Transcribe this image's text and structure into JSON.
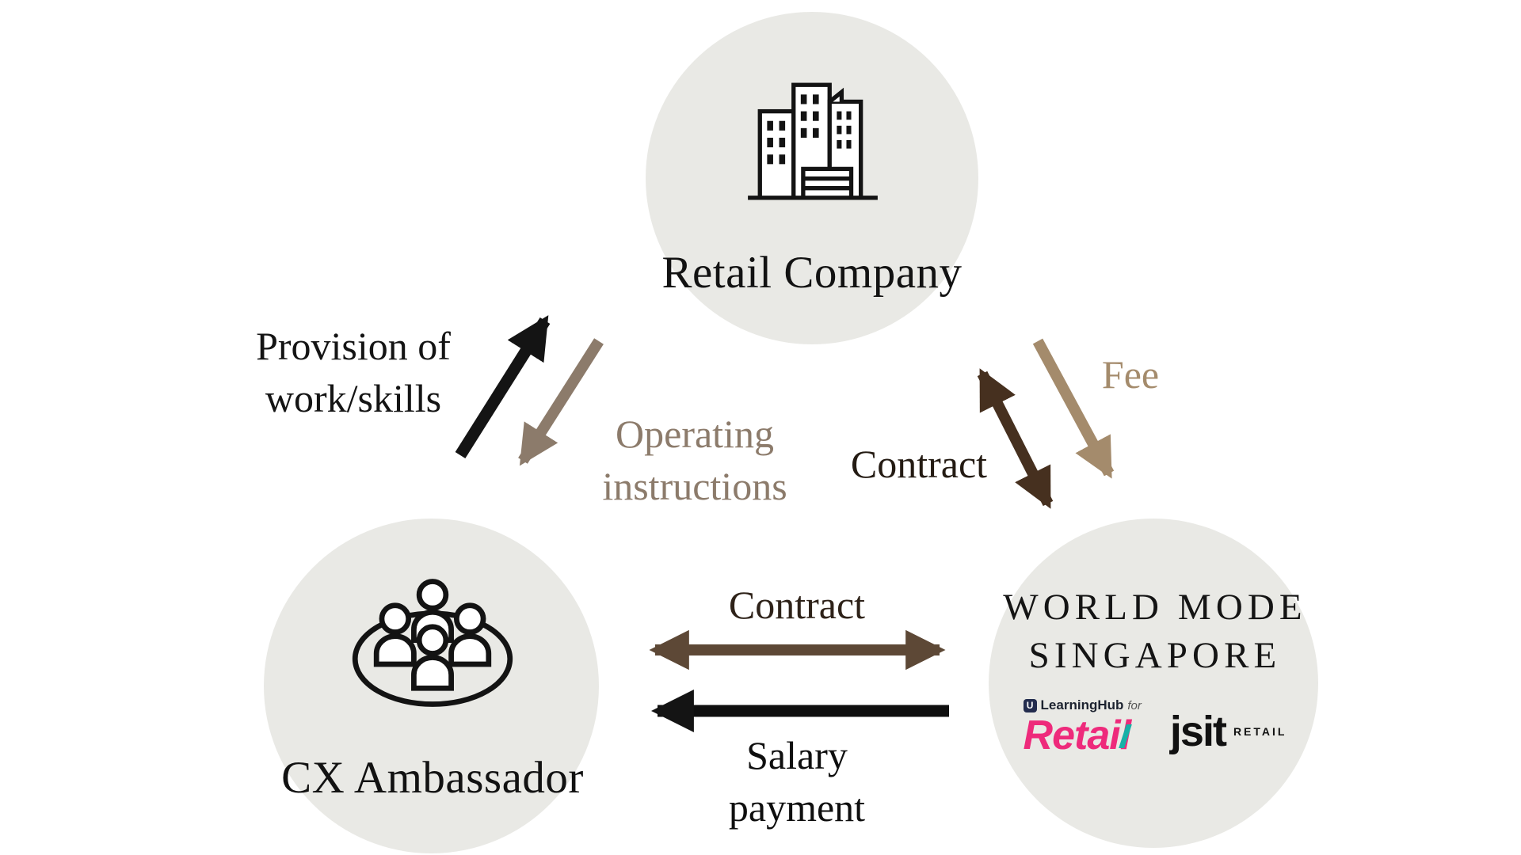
{
  "nodes": {
    "retail_company": {
      "label": "Retail Company"
    },
    "cx_ambassador": {
      "label": "CX Ambassador"
    },
    "world_mode_singapore": {
      "name_line1": "WORLD MODE",
      "name_line2": "SINGAPORE"
    }
  },
  "logos": {
    "learninghub_badge": "U",
    "learninghub_name": "LearningHub",
    "learninghub_for": "for",
    "retail": "Retail",
    "jsit": "jsit",
    "jsit_sub": "RETAIL"
  },
  "edges": {
    "provision": {
      "line1": "Provision of",
      "line2": "work/skills",
      "color": "#141414",
      "direction": "cx_ambassador -> retail_company"
    },
    "operating_instructions": {
      "line1": "Operating",
      "line2": "instructions",
      "color": "#8c7b6b",
      "direction": "retail_company -> cx_ambassador"
    },
    "contract_top": {
      "label": "Contract",
      "color": "#46301f",
      "direction": "retail_company <-> world_mode_singapore"
    },
    "fee": {
      "label": "Fee",
      "color": "#a48b6c",
      "direction": "retail_company -> world_mode_singapore"
    },
    "contract_bottom": {
      "label": "Contract",
      "color": "#5d4836",
      "direction": "cx_ambassador <-> world_mode_singapore"
    },
    "salary_payment": {
      "line1": "Salary",
      "line2": "payment",
      "color": "#0f0f0f",
      "direction": "world_mode_singapore -> cx_ambassador"
    }
  },
  "icons": {
    "retail_company": "building-icon",
    "cx_ambassador": "team-icon"
  },
  "colors": {
    "background": "#ffffff",
    "node_circle_fill": "#e9e9e5",
    "retail_logo_pink": "#ee2a7b",
    "retail_logo_accent_teal": "#17b0a7"
  }
}
